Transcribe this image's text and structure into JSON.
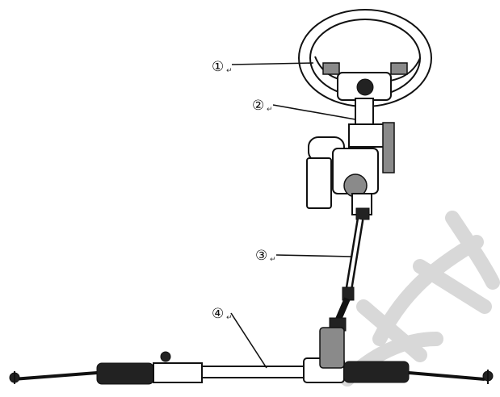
{
  "callouts": [
    {
      "id": "1",
      "label": "①",
      "mark": "↵"
    },
    {
      "id": "2",
      "label": "②",
      "mark": "↵"
    },
    {
      "id": "3",
      "label": "③",
      "mark": "↵"
    },
    {
      "id": "4",
      "label": "④",
      "mark": "↵"
    }
  ],
  "parts": [
    {
      "callout": "1",
      "icon": "steering-wheel-icon"
    },
    {
      "callout": "2",
      "icon": "steering-column-icon"
    },
    {
      "callout": "3",
      "icon": "intermediate-shaft-icon"
    },
    {
      "callout": "4",
      "icon": "steering-rack-icon"
    }
  ],
  "colors": {
    "line": "#111111",
    "watermark": "#d8d8d8",
    "background": "#ffffff"
  }
}
